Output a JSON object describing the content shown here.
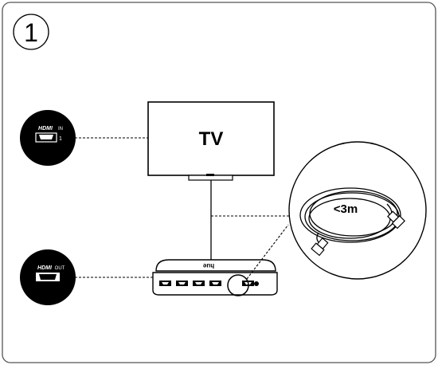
{
  "step": {
    "number": "1"
  },
  "tv": {
    "label": "TV"
  },
  "hdmi_in_port": {
    "label": "HDMI",
    "suffix": "IN",
    "port_number": "1"
  },
  "hdmi_out_port": {
    "label": "HDMI",
    "suffix": "OUT"
  },
  "hub": {
    "logo": "hue",
    "port_count": 5
  },
  "cable": {
    "length_label": "<3m"
  },
  "colors": {
    "line": "#000000",
    "background": "#ffffff",
    "border": "#555555"
  },
  "icons": [
    "hdmi-in-port-icon",
    "hdmi-out-port-icon",
    "hdmi-cable-icon",
    "hdmi-sync-box-icon",
    "tv-icon"
  ]
}
